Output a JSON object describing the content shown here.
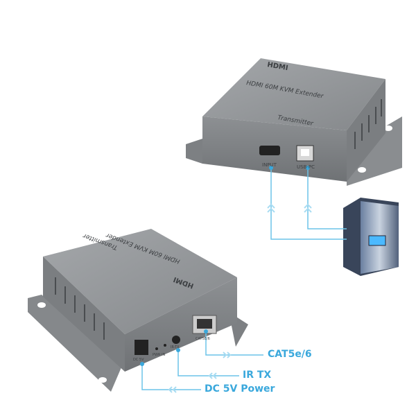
{
  "transmitter_top": {
    "logo": "HDMI",
    "model": "HDMI 60M KVM Extender",
    "role": "Transmitter",
    "ports": {
      "input": "INPUT",
      "usb": "USB-PC"
    }
  },
  "transmitter_bottom": {
    "logo": "HDMI",
    "model": "HDMI 60M KVM Extender",
    "role": "Transmitter",
    "ports": {
      "dc": "DC 5V",
      "pwr": "PWR IN",
      "ir": "IR-TX",
      "cat": "CAT5E/6"
    }
  },
  "callouts": {
    "cat": "CAT5e/6",
    "ir": "IR TX",
    "dc": "DC 5V Power"
  },
  "colors": {
    "accent": "#3aa8dc",
    "device": "#8a8d90"
  }
}
